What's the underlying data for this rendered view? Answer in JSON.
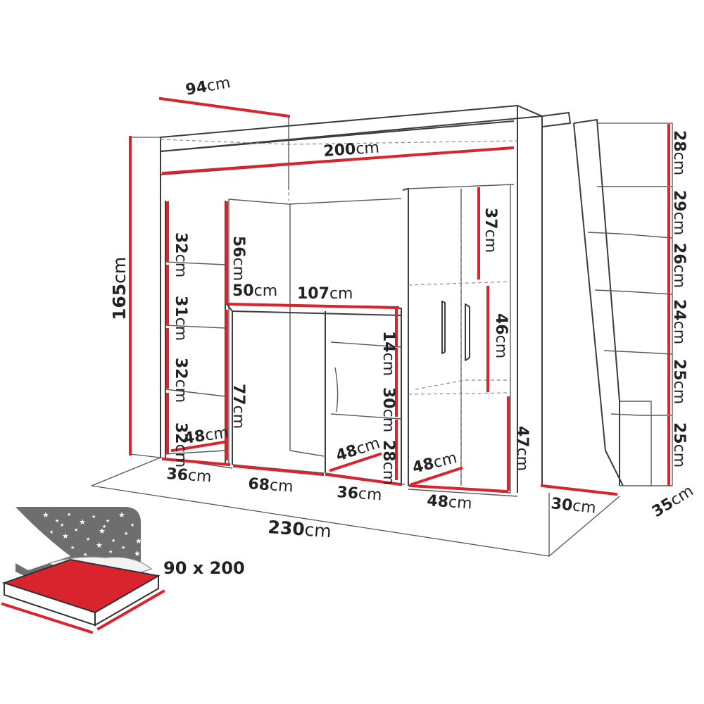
{
  "labels": {
    "depth_top": [
      "94",
      "cm"
    ],
    "bed_length": [
      "200",
      "cm"
    ],
    "height": [
      "165",
      "cm"
    ],
    "sh1": [
      "32",
      "cm"
    ],
    "sh2": [
      "31",
      "cm"
    ],
    "sh3": [
      "32",
      "cm"
    ],
    "sh4": [
      "32",
      "cm"
    ],
    "col56": [
      "56",
      "cm"
    ],
    "col77": [
      "77",
      "cm"
    ],
    "d50": [
      "50",
      "cm"
    ],
    "desk107": [
      "107",
      "cm"
    ],
    "d48a": [
      "48",
      "cm"
    ],
    "d36a": [
      "36",
      "cm"
    ],
    "d68": [
      "68",
      "cm"
    ],
    "d14": [
      "14",
      "cm"
    ],
    "d30": [
      "30",
      "cm"
    ],
    "d28": [
      "28",
      "cm"
    ],
    "d48b": [
      "48",
      "cm"
    ],
    "d36b": [
      "36",
      "cm"
    ],
    "d48c": [
      "48",
      "cm"
    ],
    "d48d": [
      "48",
      "cm"
    ],
    "w37": [
      "37",
      "cm"
    ],
    "w46": [
      "46",
      "cm"
    ],
    "w47": [
      "47",
      "cm"
    ],
    "d30b": [
      "30",
      "cm"
    ],
    "total": [
      "230",
      "cm"
    ],
    "s28": [
      "28",
      "cm"
    ],
    "s29": [
      "29",
      "cm"
    ],
    "s26": [
      "26",
      "cm"
    ],
    "s24": [
      "24",
      "cm"
    ],
    "s25a": [
      "25",
      "cm"
    ],
    "s25b": [
      "25",
      "cm"
    ],
    "d35": [
      "35",
      "cm"
    ],
    "mattress": "90 x 200"
  },
  "colors": {
    "accent": "#d9232d",
    "outline": "#3c3c3c",
    "night": "#6e6e6e"
  }
}
